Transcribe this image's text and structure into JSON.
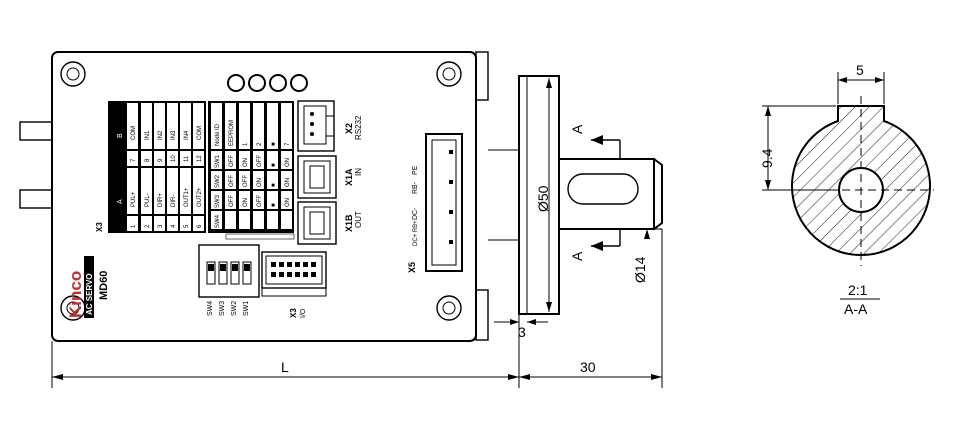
{
  "drive": {
    "brand": "Kinco",
    "series": "AC SERVO",
    "model": "MD60",
    "x3_label": "X3",
    "x3_io_label": "X3",
    "x3_io_sub": "I/O",
    "x2_label": "X2",
    "x2_sub": "RS232",
    "x1a_label": "X1A",
    "x1a_sub": "IN",
    "x1b_label": "X1B",
    "x1b_sub": "OUT",
    "x5_label": "X5",
    "x5_pins": [
      "PE",
      "RB-",
      "DC-",
      "DC+ RB+"
    ],
    "group_b": "B",
    "group_a": "A",
    "pins_top": [
      "COM",
      "IN1",
      "IN2",
      "IN3",
      "IN4",
      "COM"
    ],
    "pins_top_num": [
      "7",
      "8",
      "9",
      "10",
      "11",
      "12"
    ],
    "pins_bottom": [
      "PUL+",
      "PUL-",
      "DIR+",
      "DIR-",
      "OUT1+",
      "OUT2+"
    ],
    "pins_bottom_num": [
      "1",
      "2",
      "3",
      "4",
      "5",
      "6"
    ],
    "sw_table_header": [
      "Node ID",
      "EEPROM",
      "1",
      "2",
      "■",
      "7"
    ],
    "sw_rows": [
      {
        "name": "SW1",
        "cells": [
          "OFF",
          "ON",
          "OFF",
          "■",
          "ON"
        ]
      },
      {
        "name": "SW2",
        "cells": [
          "OFF",
          "OFF",
          "ON",
          "■",
          "ON"
        ]
      },
      {
        "name": "SW3",
        "cells": [
          "OFF",
          "ON",
          "OFF",
          "■",
          "ON"
        ]
      },
      {
        "name": "SW4",
        "cells": [
          "",
          "",
          "",
          "",
          ""
        ]
      }
    ],
    "dip_labels": [
      "SW4",
      "SW3",
      "SW2",
      "SW1"
    ]
  },
  "dimensions": {
    "length": "L",
    "shaft_length": "30",
    "flange_offset": "3",
    "shaft_dia": "Ø14",
    "flange_dia": "Ø50",
    "section_mark": "A"
  },
  "section": {
    "key_width": "5",
    "key_height": "9.4",
    "scale": "2:1",
    "name": "A-A"
  }
}
